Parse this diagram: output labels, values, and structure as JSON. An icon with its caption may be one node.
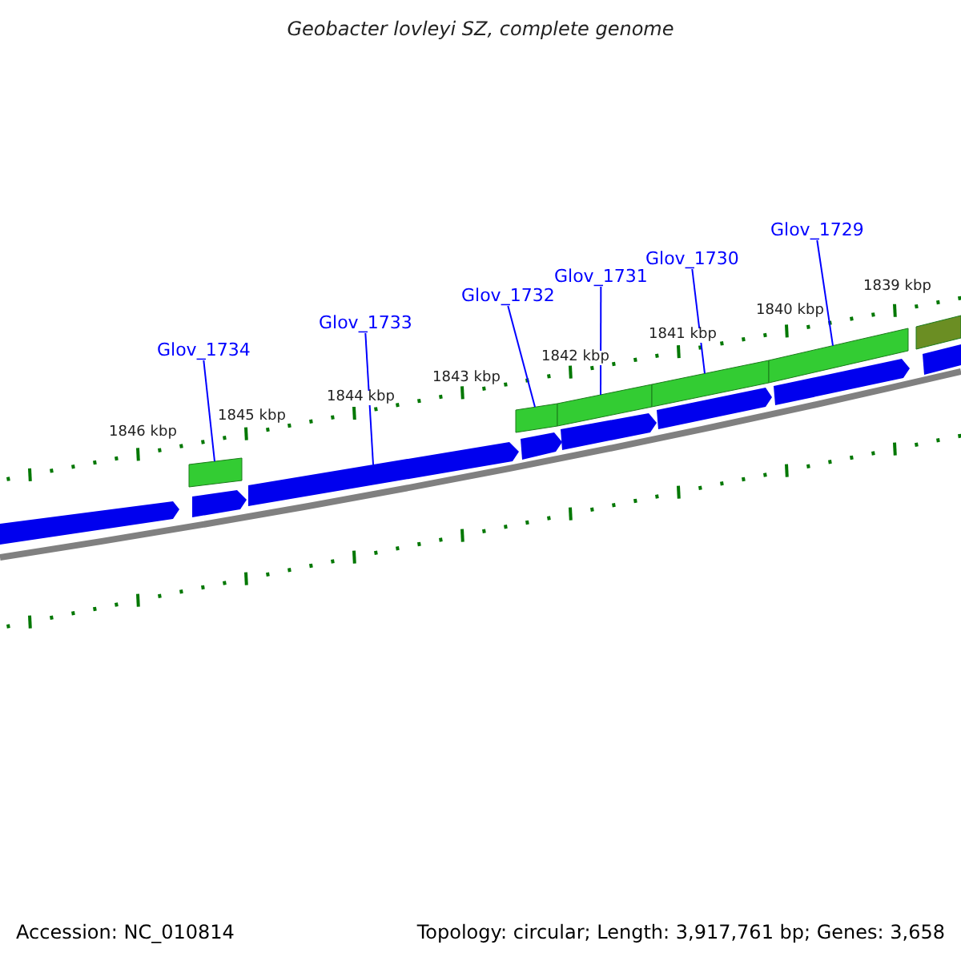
{
  "diagram": {
    "title": "Geobacter lovleyi SZ, complete genome",
    "nodes": [
      {
        "text": [
          "Glov_1734"
        ]
      },
      {
        "text": [
          "Glov_1733"
        ]
      },
      {
        "text": [
          "Glov_1732"
        ]
      },
      {
        "text": [
          "Glov_1731"
        ]
      },
      {
        "text": [
          "Glov_1730"
        ]
      },
      {
        "text": [
          "Glov_1729"
        ]
      },
      {
        "text": [],
        "shape": "arrow"
      },
      {
        "text": [],
        "shape": "bar"
      },
      {
        "text": [],
        "shape": "arrow"
      },
      {
        "text": [],
        "shape": "arrow"
      },
      {
        "text": [],
        "shape": "bar"
      },
      {
        "text": [],
        "shape": "arrow"
      },
      {
        "text": [],
        "shape": "bar"
      },
      {
        "text": [],
        "shape": "arrow"
      },
      {
        "text": [],
        "shape": "bar"
      },
      {
        "text": [],
        "shape": "arrow"
      },
      {
        "text": [],
        "shape": "bar"
      },
      {
        "text": [],
        "shape": "arrow"
      },
      {
        "text": [],
        "shape": "bar"
      },
      {
        "text": [],
        "shape": "arrow"
      }
    ],
    "edges": [
      {
        "from": 0,
        "to": 7,
        "arrow": "none"
      },
      {
        "from": 1,
        "to": 9,
        "arrow": "none"
      },
      {
        "from": 2,
        "to": 10,
        "arrow": "none"
      },
      {
        "from": 3,
        "to": 12,
        "arrow": "none"
      },
      {
        "from": 4,
        "to": 14,
        "arrow": "none"
      },
      {
        "from": 5,
        "to": 16,
        "arrow": "none"
      }
    ],
    "labels": [
      "1839 kbp",
      "1840 kbp",
      "1841 kbp",
      "1842 kbp",
      "1843 kbp",
      "1844 kbp",
      "1845 kbp",
      "1846 kbp",
      "Accession: NC_010814",
      "Topology: circular; Length: 3,917,761 bp; Genes: 3,658"
    ]
  }
}
